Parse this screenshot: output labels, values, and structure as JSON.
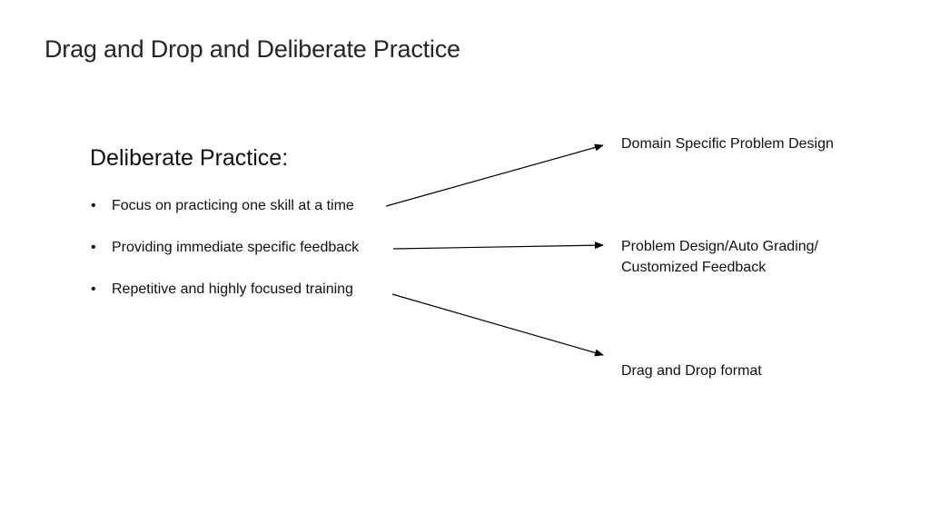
{
  "slide": {
    "title": "Drag and Drop and Deliberate Practice",
    "subheading": "Deliberate Practice:",
    "bullet_symbol": "•",
    "bullets": [
      "Focus on practicing one skill at a time",
      "Providing immediate specific feedback",
      "Repetitive and highly focused training"
    ],
    "targets": [
      {
        "lines": [
          "Domain Specific Problem Design"
        ]
      },
      {
        "lines": [
          "Problem Design/Auto Grading/",
          "Customized Feedback"
        ]
      },
      {
        "lines": [
          "Drag and Drop format"
        ]
      }
    ]
  }
}
